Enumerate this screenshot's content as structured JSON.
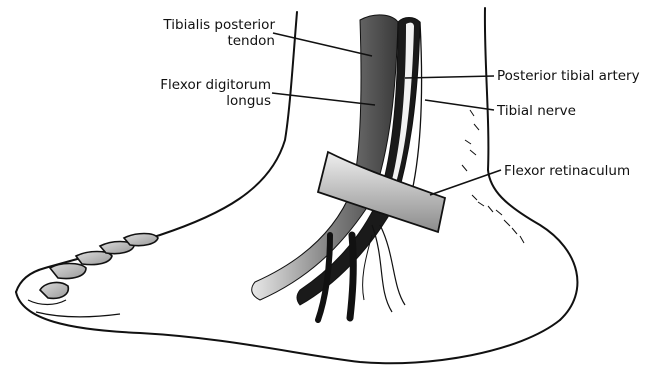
{
  "labels": {
    "tibialis_posterior": [
      "Tibialis posterior",
      "tendon"
    ],
    "flexor_digitorum": [
      "Flexor digitorum",
      "longus"
    ],
    "posterior_tibial_artery": "Posterior tibial artery",
    "tibial_nerve": "Tibial nerve",
    "flexor_retinaculum": "Flexor retinaculum"
  },
  "colors": {
    "outline": "#111111",
    "tendon_dark": "#1a1a1a",
    "tendon_shade": "#8a8a8a",
    "band_fill": "#d6d6d6",
    "background": "#ffffff"
  }
}
